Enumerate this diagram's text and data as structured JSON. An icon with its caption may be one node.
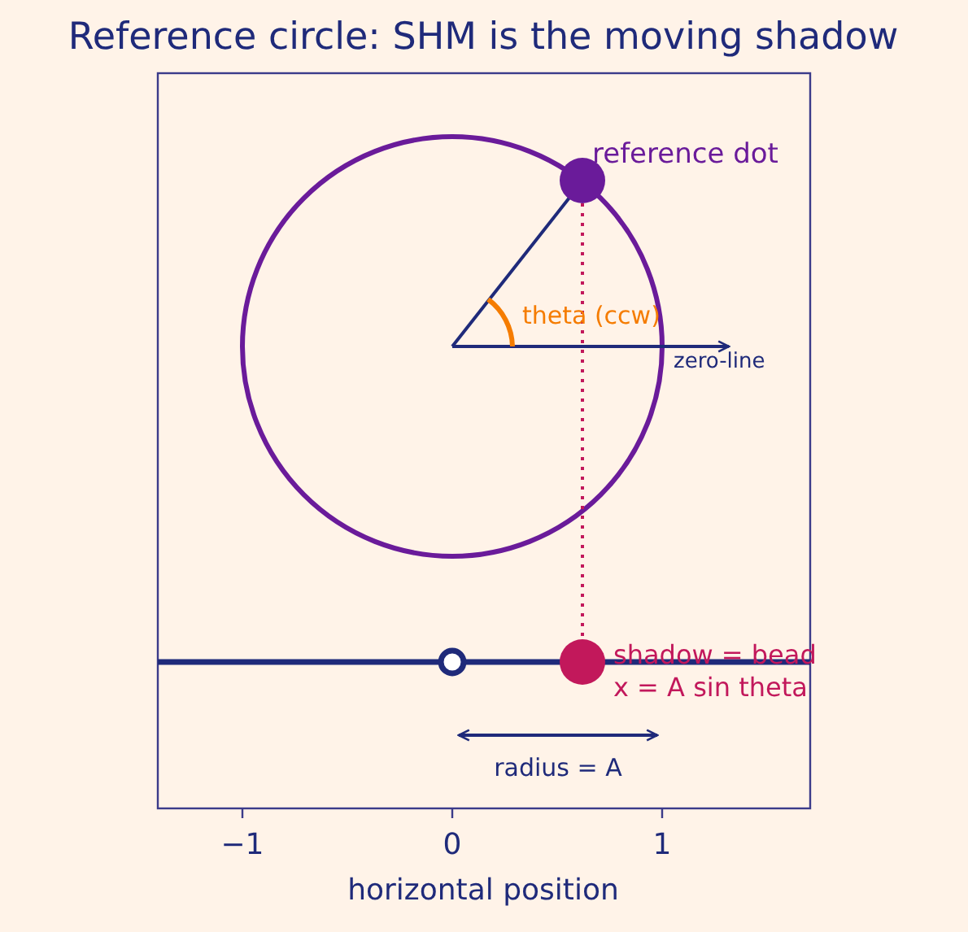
{
  "diagram": {
    "title": "Reference circle: SHM is the moving shadow",
    "nodes": [
      {
        "text": [],
        "shape": "circle",
        "beside": [
          "reference dot"
        ]
      },
      {
        "text": [],
        "shape": "circle",
        "beside": [
          "shadow = bead",
          "x = A sin theta"
        ]
      }
    ],
    "edges": [
      {
        "from": 0,
        "to": 1,
        "arrow": "none",
        "style": "dashed"
      }
    ],
    "labels": [
      "theta (ccw)",
      "zero-line",
      "radius = A",
      "−1",
      "0",
      "1",
      "horizontal position"
    ]
  }
}
